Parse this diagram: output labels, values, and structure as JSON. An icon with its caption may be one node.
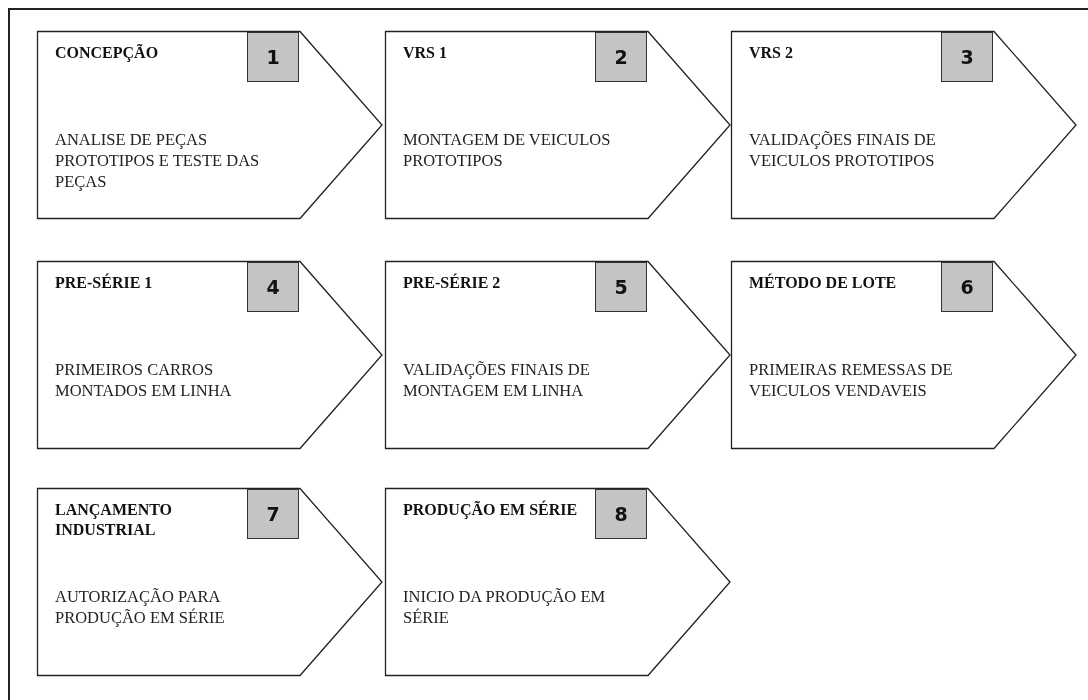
{
  "diagram": {
    "nodes": [
      {
        "text": [
          "CONCEPÇÃO",
          "ANALISE DE PEÇAS PROTOTIPOS E TESTE DAS PEÇAS"
        ]
      },
      {
        "text": [
          "1"
        ],
        "in": 0
      },
      {
        "text": [
          "VRS 1",
          "MONTAGEM DE VEICULOS PROTOTIPOS"
        ]
      },
      {
        "text": [
          "2"
        ],
        "in": 2
      },
      {
        "text": [
          "VRS 2",
          "VALIDAÇÕES FINAIS DE VEICULOS PROTOTIPOS"
        ]
      },
      {
        "text": [
          "3"
        ],
        "in": 4
      },
      {
        "text": [
          "PRE-SÉRIE 1",
          "PRIMEIROS CARROS MONTADOS EM LINHA"
        ]
      },
      {
        "text": [
          "4"
        ],
        "in": 6
      },
      {
        "text": [
          "PRE-SÉRIE 2",
          "VALIDAÇÕES FINAIS DE MONTAGEM EM LINHA"
        ]
      },
      {
        "text": [
          "5"
        ],
        "in": 8
      },
      {
        "text": [
          "MÉTODO DE LOTE",
          "PRIMEIRAS REMESSAS DE VEICULOS VENDAVEIS"
        ]
      },
      {
        "text": [
          "6"
        ],
        "in": 10
      },
      {
        "text": [
          "LANÇAMENTO INDUSTRIAL",
          "AUTORIZAÇÃO PARA PRODUÇÃO EM SÉRIE"
        ]
      },
      {
        "text": [
          "7"
        ],
        "in": 12
      },
      {
        "text": [
          "PRODUÇÃO EM SÉRIE",
          "INICIO DA PRODUÇÃO EM SÉRIE"
        ]
      },
      {
        "text": [
          "8"
        ],
        "in": 14
      }
    ]
  }
}
